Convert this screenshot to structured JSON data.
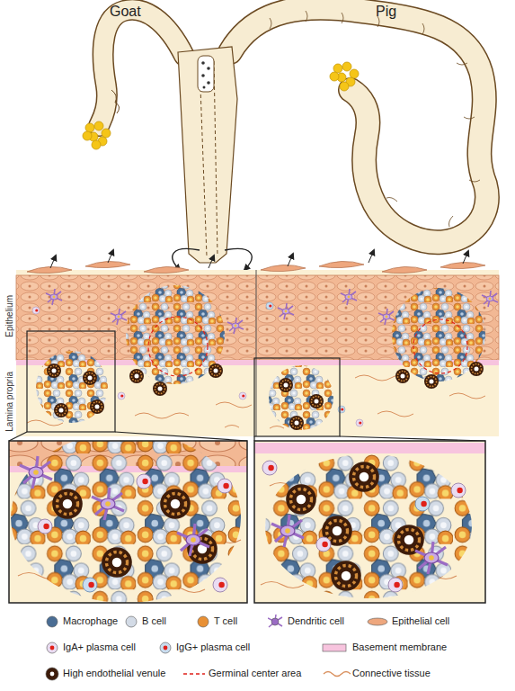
{
  "diagram": {
    "nodes": [
      {
        "text": [
          "Epithelium"
        ]
      },
      {
        "text": [
          "Lamina propria"
        ]
      }
    ],
    "labels": [
      "Goat",
      "Pig"
    ],
    "legend": [
      {
        "text": "Macrophage",
        "color": "#4a6d94"
      },
      {
        "text": "B cell",
        "color": "#d3dbe6"
      },
      {
        "text": "T cell",
        "color": "#e89035"
      },
      {
        "text": "Dendritic cell",
        "color": "#9b6cc4"
      },
      {
        "text": "Epithelial cell",
        "color": "#eea77e"
      },
      {
        "text": "IgA+ plasma cell",
        "color": "#eadcf2"
      },
      {
        "text": "IgG+ plasma cell",
        "color": "#c9ddef"
      },
      {
        "text": "Basement membrane",
        "color": "#f7c4de"
      },
      {
        "text": "High endothelial venule",
        "color": "#3d1c0a"
      },
      {
        "text": "Germinal center area"
      },
      {
        "text": "Connective tissue"
      }
    ]
  }
}
